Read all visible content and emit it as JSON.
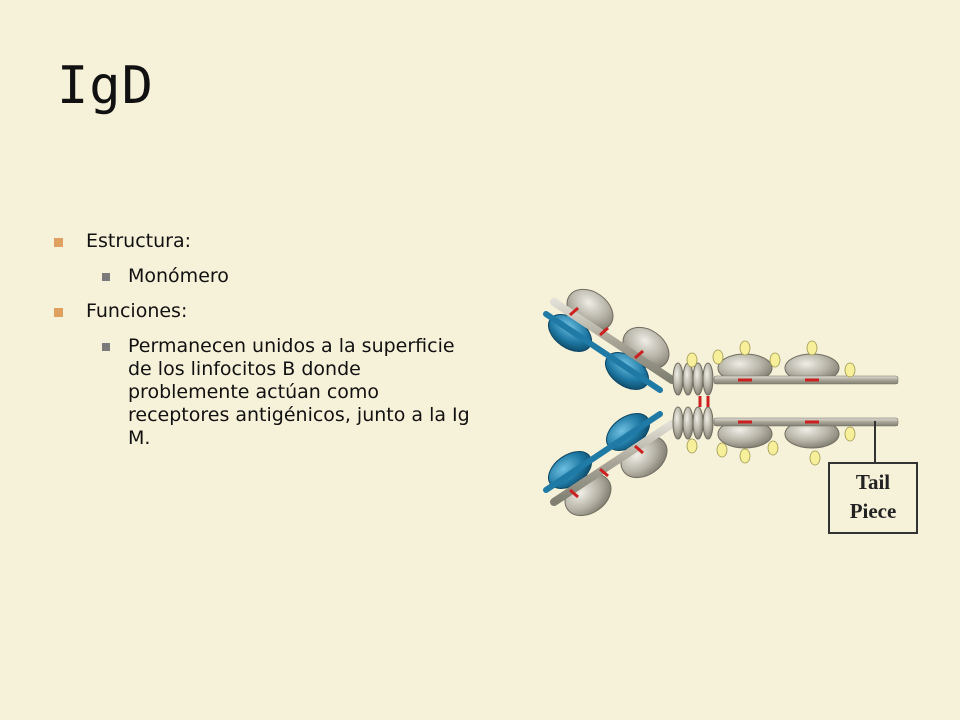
{
  "slide": {
    "title": "IgD",
    "bullets": [
      {
        "text": "Estructura:",
        "level": 1
      },
      {
        "text": "Monómero",
        "level": 2
      },
      {
        "text": "Funciones:",
        "level": 1
      },
      {
        "text": "Permanecen unidos a la superficie de los linfocitos B donde problemente actúan como receptores antigénicos, junto a la Ig M.",
        "level": 2
      }
    ]
  },
  "diagram": {
    "label": "Tail Piece",
    "colors": {
      "heavy_domain": "#b3b0a3",
      "light_domain": "#1f7aa5",
      "disulfide": "#cc2020",
      "sugar": "#f7ef9a",
      "tail_box_border": "#333333",
      "bullet_level1": "#e0a060",
      "bullet_level2": "#7a7a7a"
    }
  }
}
